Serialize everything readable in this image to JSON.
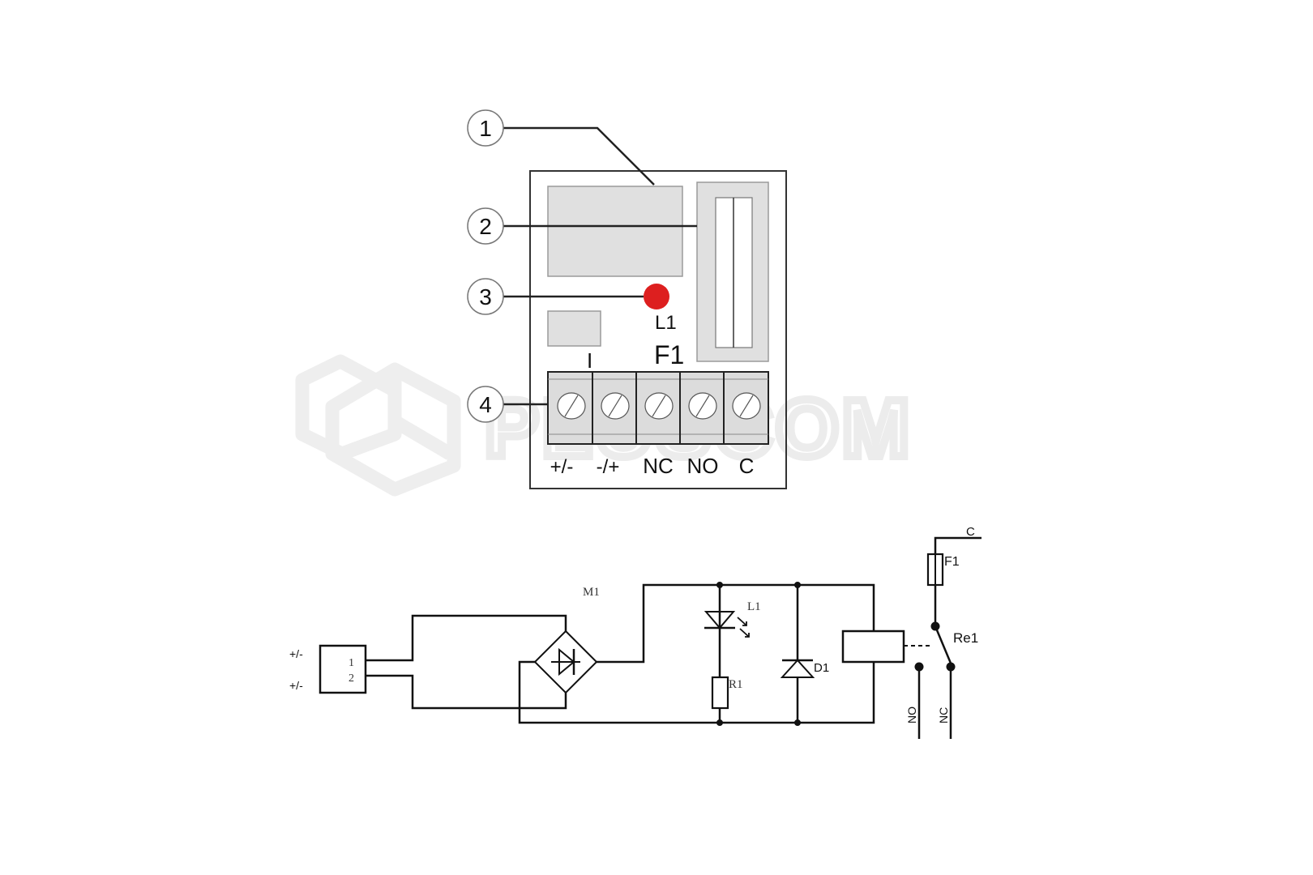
{
  "watermark": {
    "text": "PLUSCOM",
    "color": "#eeeeee"
  },
  "device": {
    "callouts": [
      {
        "number": "1",
        "target": "display-module"
      },
      {
        "number": "2",
        "target": "relay"
      },
      {
        "number": "3",
        "target": "led-l1"
      },
      {
        "number": "4",
        "target": "terminal-block"
      }
    ],
    "led_label": "L1",
    "led_color": "#dd1f1f",
    "fuse_label": "F1",
    "fuse_marker": "I",
    "terminals": [
      {
        "label": "+/-"
      },
      {
        "label": "-/+"
      },
      {
        "label": "NC"
      },
      {
        "label": "NO"
      },
      {
        "label": "C"
      }
    ],
    "component_fill": "#e0e0e0"
  },
  "schematic": {
    "connector": {
      "pins": [
        "1",
        "2"
      ],
      "input_labels": [
        "+/-",
        "+/-"
      ]
    },
    "bridge_label": "M1",
    "led_label": "L1",
    "resistor_label": "R1",
    "diode_label": "D1",
    "relay_label": "Re1",
    "fuse_label": "F1",
    "common_label": "C",
    "no_label": "NO",
    "nc_label": "NC"
  }
}
